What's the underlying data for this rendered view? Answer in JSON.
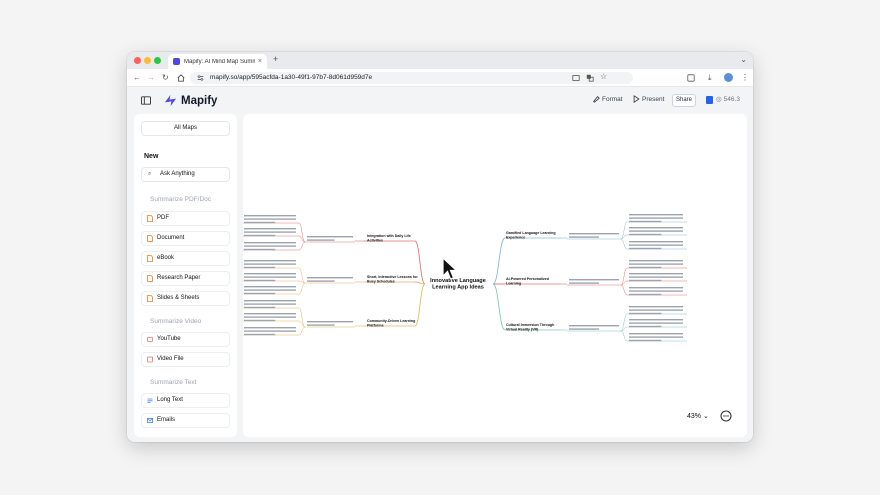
{
  "browser": {
    "tab_title": "Mapify: AI Mind Map Summar",
    "tab_close": "×",
    "new_tab": "+",
    "tab_menu": "⌄",
    "url": "mapify.so/app/595acfda-1a30-49f1-97b7-8d061d959d7e",
    "colors": {
      "red": "#ff5f57",
      "yellow": "#febc2e",
      "green": "#28c840"
    }
  },
  "header": {
    "brand": "Mapify",
    "format_label": "Format",
    "present_label": "Present",
    "share_label": "Share",
    "credits": "546.3",
    "accent": "#4f46e5"
  },
  "sidebar": {
    "all_maps": "All Maps",
    "new_label": "New",
    "ask_anything": "Ask Anything",
    "sections": {
      "pdf_doc": "Summarize PDF/Doc",
      "video": "Summarize Video",
      "text": "Summarize Text"
    },
    "items": {
      "pdf": "PDF",
      "document": "Document",
      "ebook": "eBook",
      "research_paper": "Research Paper",
      "slides": "Slides & Sheets",
      "youtube": "YouTube",
      "video_file": "Video File",
      "long_text": "Long Text",
      "emails": "Emails"
    }
  },
  "mindmap": {
    "root": [
      "Innovative Language",
      "Learning App Ideas"
    ],
    "left_branches": [
      {
        "title": [
          "Integration with Daily Life",
          "Activities"
        ],
        "color": "#e57373"
      },
      {
        "title": [
          "Short, Interactive Lessons for",
          "Busy Schedules"
        ],
        "color": "#f0a96b"
      },
      {
        "title": [
          "Community-Driven Learning",
          "Platforms"
        ],
        "color": "#e0b85c"
      }
    ],
    "right_branches": [
      {
        "title": [
          "Gamified Language Learning",
          "Experience"
        ],
        "color": "#8ab6d6"
      },
      {
        "title": [
          "AI-Powered Personalized",
          "Learning"
        ],
        "color": "#e57373"
      },
      {
        "title": [
          "Cultural Immersion Through",
          "Virtual Reality (VR)"
        ],
        "color": "#7fc6b8"
      }
    ]
  },
  "canvas": {
    "zoom": "43%"
  }
}
